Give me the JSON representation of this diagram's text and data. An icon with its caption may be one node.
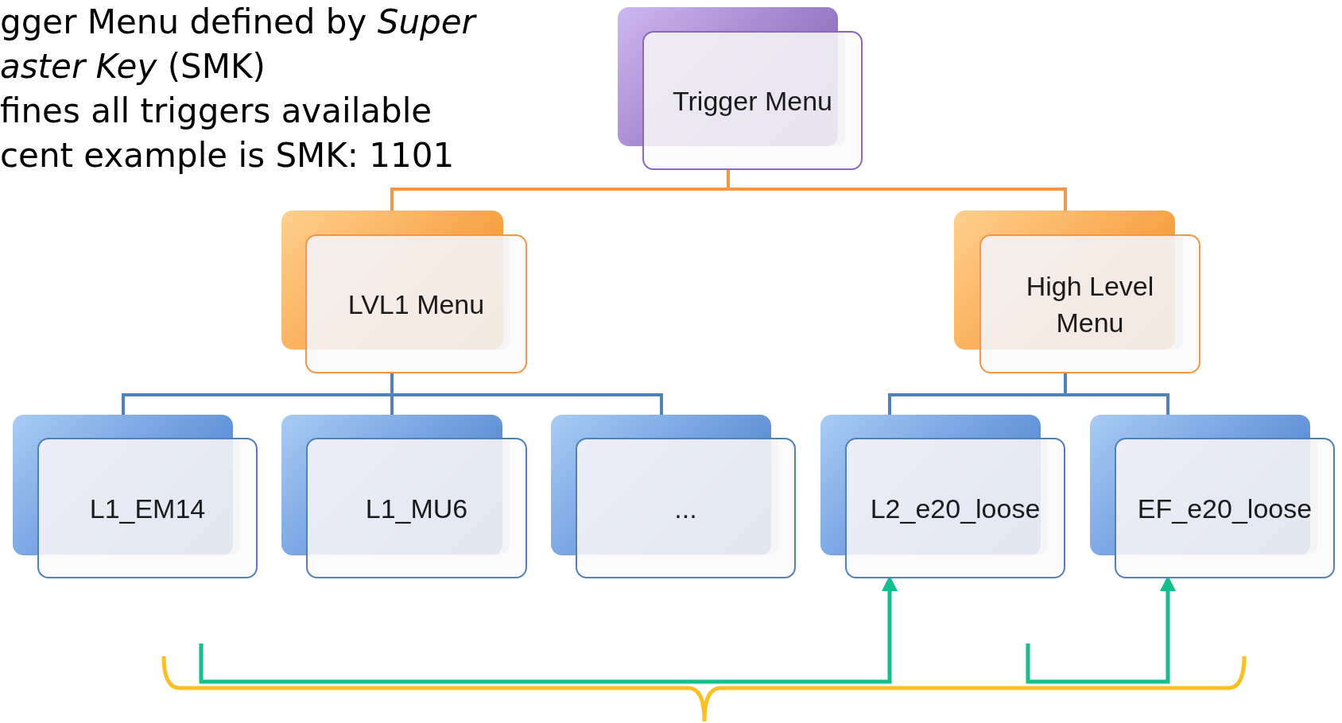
{
  "diagram": {
    "nodes": [
      {
        "text": [
          "Trigger Menu"
        ]
      },
      {
        "text": [
          "LVL1 Menu"
        ]
      },
      {
        "text": [
          "High Level Menu"
        ]
      },
      {
        "text": [
          "L1_EM14"
        ]
      },
      {
        "text": [
          "L1_MU6"
        ]
      },
      {
        "text": [
          "..."
        ]
      },
      {
        "text": [
          "L2_e20_loose"
        ]
      },
      {
        "text": [
          "EF_e20_loose"
        ]
      }
    ],
    "edges": [
      {
        "from": 0,
        "to": 1,
        "arrow": "none",
        "color": "#f79646"
      },
      {
        "from": 0,
        "to": 2,
        "arrow": "none",
        "color": "#f79646"
      },
      {
        "from": 1,
        "to": 3,
        "arrow": "none"
      },
      {
        "from": 1,
        "to": 4,
        "arrow": "none"
      },
      {
        "from": 1,
        "to": 5,
        "arrow": "none"
      },
      {
        "from": 2,
        "to": 6,
        "arrow": "none"
      },
      {
        "from": 2,
        "to": 7,
        "arrow": "none"
      },
      {
        "from": null,
        "to": 6,
        "arrow": "to",
        "color": "#12c08e"
      },
      {
        "from": null,
        "to": 7,
        "arrow": "to",
        "color": "#12c08e"
      }
    ],
    "labels": [
      "gger Menu defined by *Super aster Key* (SMK)",
      "fines all triggers available",
      "cent example is SMK: 1101"
    ]
  }
}
